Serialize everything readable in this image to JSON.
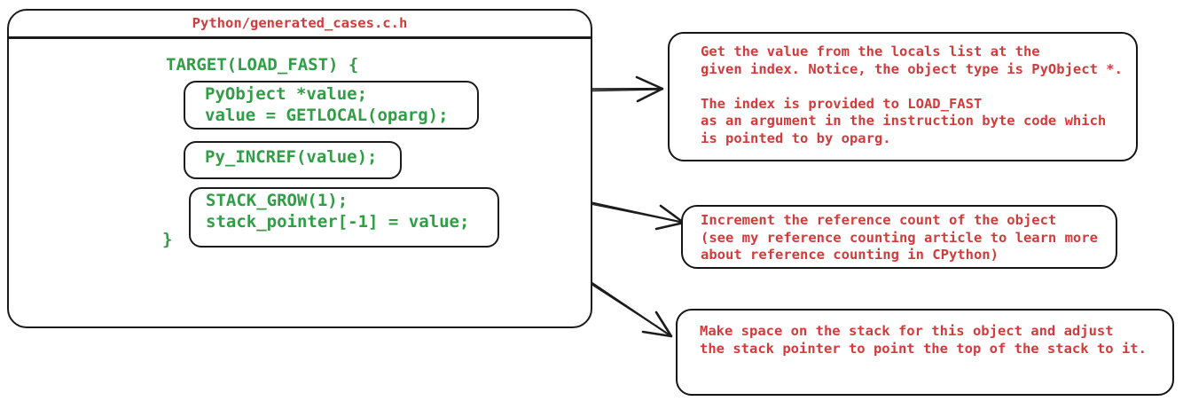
{
  "window": {
    "title": "Python/generated_cases.c.h"
  },
  "code": {
    "line_open": "TARGET(LOAD_FAST) {",
    "line_close": "}",
    "snippets": [
      {
        "id": "getlocal",
        "text": "PyObject *value;\nvalue = GETLOCAL(oparg);"
      },
      {
        "id": "incref",
        "text": "Py_INCREF(value);"
      },
      {
        "id": "stack-grow",
        "text": "STACK_GROW(1);\nstack_pointer[-1] = value;"
      }
    ]
  },
  "annotations": [
    {
      "id": "getlocal-note",
      "text": "Get the value from the locals list at the\ngiven index. Notice, the object type is PyObject *.\n\nThe index is provided to LOAD_FAST\nas an argument in the instruction byte code which\nis pointed to by oparg."
    },
    {
      "id": "incref-note",
      "text": "Increment the reference count of the object\n(see my reference counting article to learn more\nabout reference counting in CPython)"
    },
    {
      "id": "stack-note",
      "text": "Make space on the stack for this object and adjust\nthe stack pointer to point the top of the stack to it."
    }
  ],
  "colors": {
    "code_green": "#2f9e44",
    "annotation_red": "#d23b3b",
    "ink": "#1b1b1b",
    "background": "#ffffff"
  }
}
